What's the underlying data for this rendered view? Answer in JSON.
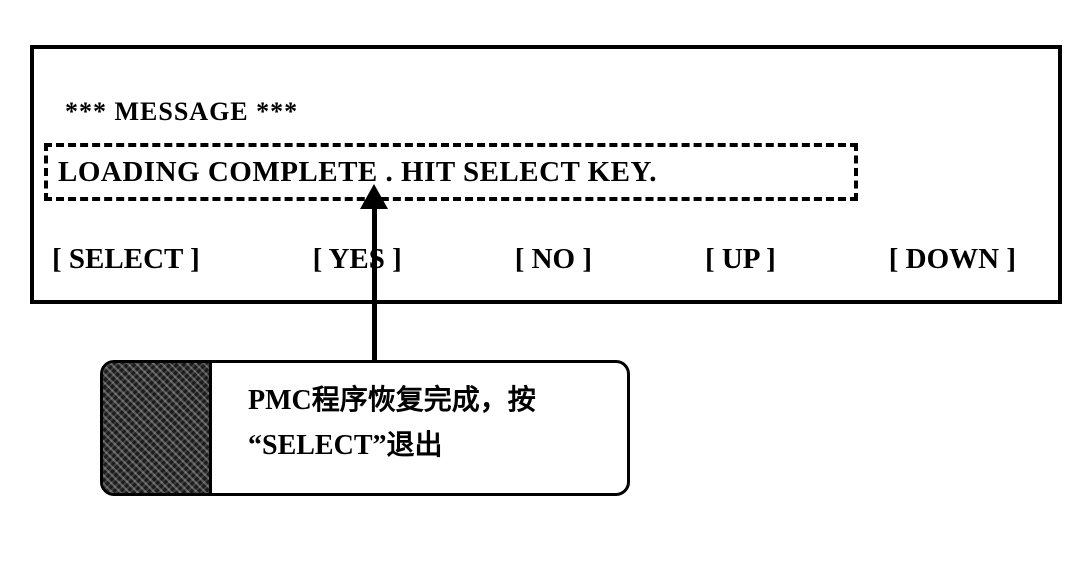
{
  "screen": {
    "message_header": "*** MESSAGE ***",
    "message_line": "LOADING COMPLETE . HIT SELECT KEY.",
    "softkeys": [
      "[ SELECT ]",
      "[ YES ]",
      "[ NO ]",
      "[ UP ]",
      "[ DOWN ]"
    ]
  },
  "callout": {
    "line1": "PMC程序恢复完成，按",
    "line2": "“SELECT”退出"
  },
  "colors": {
    "ink": "#000000",
    "paper": "#ffffff"
  }
}
